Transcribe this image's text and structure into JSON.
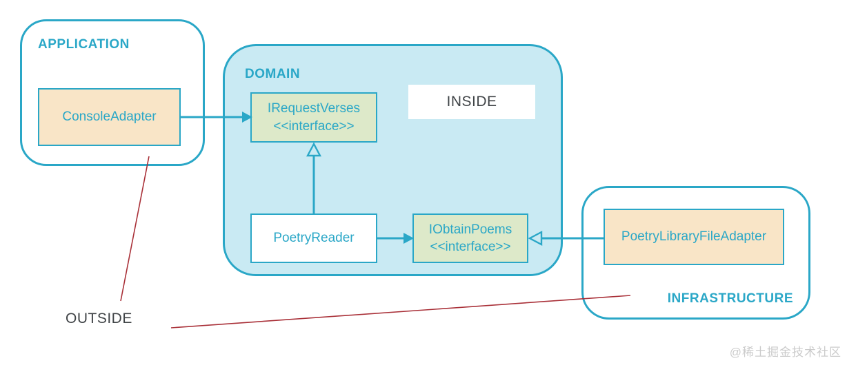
{
  "regions": {
    "application": {
      "label": "APPLICATION"
    },
    "domain": {
      "label": "DOMAIN"
    },
    "infrastructure": {
      "label": "INFRASTRUCTURE"
    }
  },
  "nodes": {
    "console_adapter": {
      "label": "ConsoleAdapter"
    },
    "irequest_verses": {
      "label": "IRequestVerses",
      "stereotype": "<<interface>>"
    },
    "poetry_reader": {
      "label": "PoetryReader"
    },
    "iobtain_poems": {
      "label": "IObtainPoems",
      "stereotype": "<<interface>>"
    },
    "poetry_library_file_adapter": {
      "label": "PoetryLibraryFileAdapter"
    },
    "inside": {
      "label": "INSIDE"
    },
    "outside": {
      "label": "OUTSIDE"
    }
  },
  "edges": [
    {
      "from": "ConsoleAdapter",
      "to": "IRequestVerses",
      "color": "teal",
      "head": "filled"
    },
    {
      "from": "PoetryReader",
      "to": "IRequestVerses",
      "color": "teal",
      "head": "hollow"
    },
    {
      "from": "PoetryReader",
      "to": "IObtainPoems",
      "color": "teal",
      "head": "filled"
    },
    {
      "from": "PoetryLibraryFileAdapter",
      "to": "IObtainPoems",
      "color": "teal",
      "head": "hollow"
    },
    {
      "from": "OUTSIDE",
      "to": "APPLICATION",
      "color": "red",
      "head": "none"
    },
    {
      "from": "OUTSIDE",
      "to": "INFRASTRUCTURE",
      "color": "red",
      "head": "none"
    }
  ],
  "colors": {
    "accent_teal": "#2AA7C7",
    "domain_fill": "#C9EAF3",
    "interface_fill": "#DDE9C9",
    "adapter_fill": "#F9E5C7",
    "dark_text": "#404447",
    "red_line": "#A93038",
    "watermark_gray": "#CBCBCB"
  },
  "watermark": {
    "text": "@稀土掘金技术社区"
  }
}
